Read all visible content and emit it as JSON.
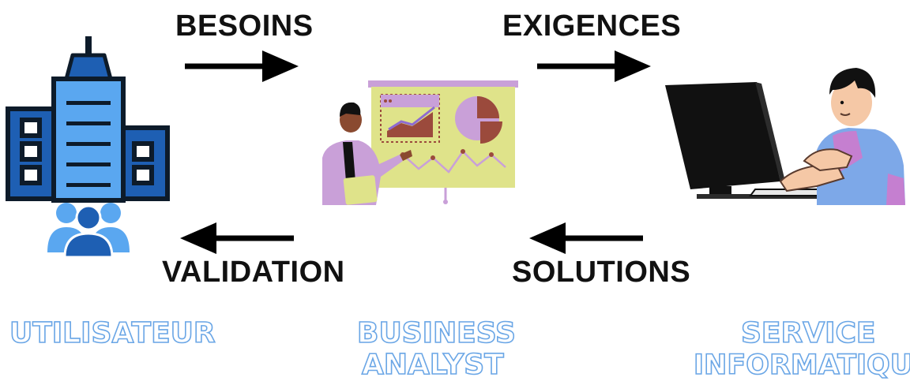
{
  "flows": {
    "besoins": "BESOINS",
    "exigences": "EXIGENCES",
    "validation": "VALIDATION",
    "solutions": "SOLUTIONS"
  },
  "actors": {
    "utilisateur": {
      "label": "UTILISATEUR",
      "icon": "office-building-with-users-icon"
    },
    "business_analyst": {
      "line1": "BUSINESS",
      "line2": "ANALYST",
      "icon": "business-analyst-presenting-icon"
    },
    "service_informatique": {
      "line1": "SERVICE",
      "line2": "INFORMATIQUE",
      "icon": "developer-at-computer-icon"
    }
  },
  "colors": {
    "building_dark": "#1e5fb3",
    "building_light": "#5aa7f0",
    "outline": "#0d1b2a",
    "board": "#dfe38a",
    "board_frame": "#c9a0d8",
    "chart_accent": "#9b4a3c",
    "label_stroke": "#6aa6e6"
  }
}
